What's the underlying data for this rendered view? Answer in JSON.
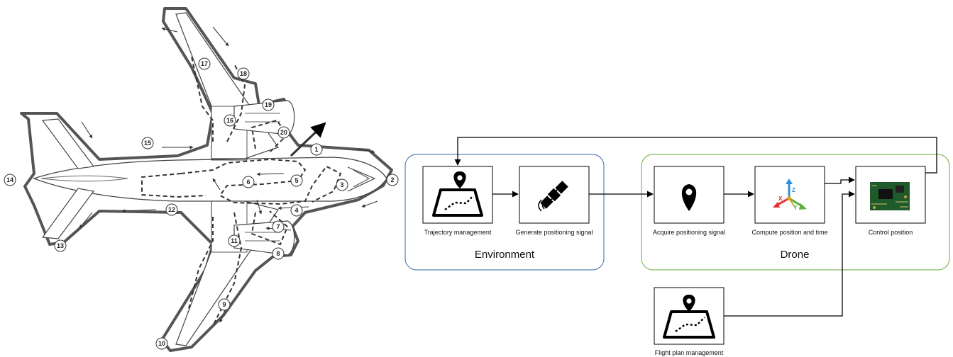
{
  "aircraft_waypoints": [
    "1",
    "2",
    "3",
    "4",
    "5",
    "6",
    "7",
    "8",
    "9",
    "10",
    "11",
    "12",
    "13",
    "14",
    "15",
    "16",
    "17",
    "18",
    "19",
    "20"
  ],
  "environment": {
    "label": "Environment",
    "trajectory_label": "Trajectory management",
    "signal_label": "Generate  positioning signal"
  },
  "drone": {
    "label": "Drone",
    "acquire_label": "Acquire positioning signal",
    "compute_label": "Compute  position and time",
    "control_label": "Control position"
  },
  "flight_plan": {
    "label": "Flight plan management"
  },
  "axes_icon": {
    "z": "Z",
    "x": "X",
    "y": "Y"
  },
  "colors": {
    "environment_border": "#5a82b8",
    "drone_border": "#7fba5a",
    "axis_z": "#2a8fe0",
    "axis_x": "#e03030",
    "axis_y": "#5ab040",
    "axis_extra": "#e0a020"
  }
}
